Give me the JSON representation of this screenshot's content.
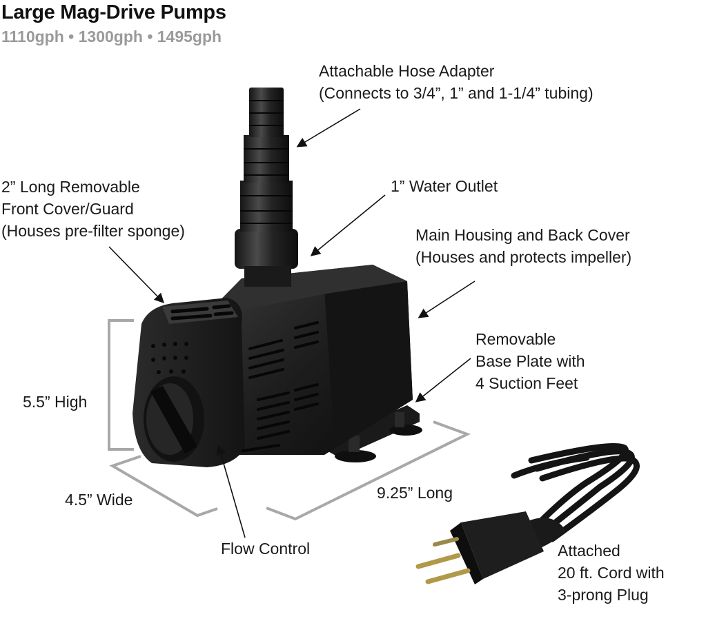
{
  "header": {
    "title": "Large Mag-Drive Pumps",
    "subtitle": "1110gph • 1300gph • 1495gph"
  },
  "callouts": {
    "hose_adapter": {
      "line1": "Attachable Hose Adapter",
      "line2": "(Connects to 3/4”, 1” and 1-1/4” tubing)"
    },
    "front_cover": {
      "line1": "2” Long Removable",
      "line2": "Front Cover/Guard",
      "line3": "(Houses pre-filter sponge)"
    },
    "water_outlet": {
      "line1": "1” Water Outlet"
    },
    "main_housing": {
      "line1": "Main Housing and Back Cover",
      "line2": "(Houses and protects impeller)"
    },
    "base_plate": {
      "line1": "Removable",
      "line2": "Base Plate with",
      "line3": "4 Suction Feet"
    },
    "flow_control": {
      "line1": "Flow Control"
    },
    "cord": {
      "line1": "Attached",
      "line2": "20 ft. Cord with",
      "line3": "3-prong Plug"
    }
  },
  "dimensions": {
    "height": "5.5” High",
    "width": "4.5” Wide",
    "length": "9.25” Long"
  },
  "colors": {
    "pump_body": "#1c1c1c",
    "dimension_line": "#a8a8a8",
    "subtitle": "#9a9a9a"
  }
}
